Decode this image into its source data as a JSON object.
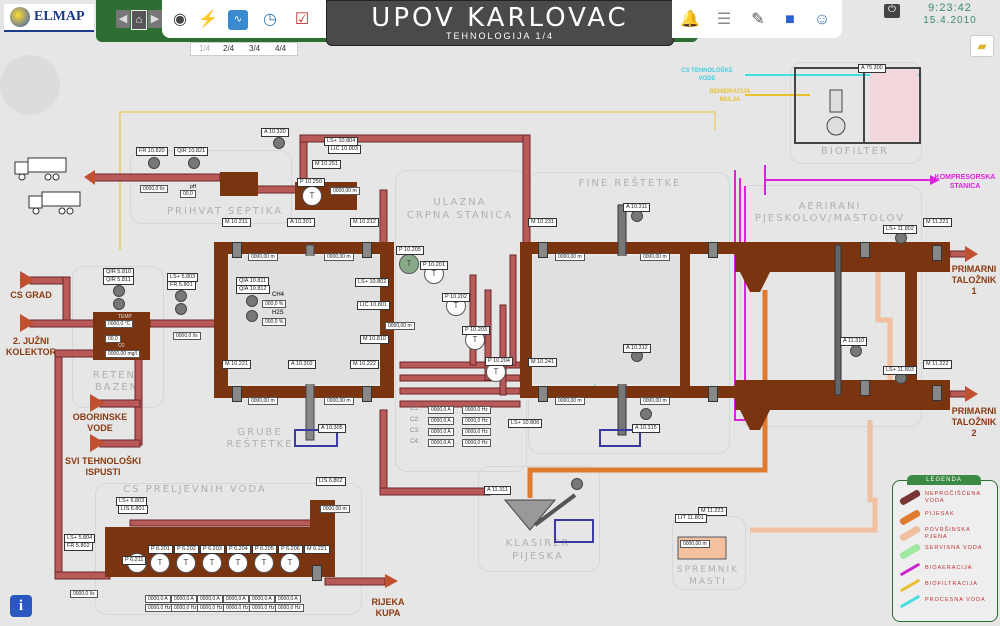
{
  "header": {
    "logo_text": "ELMAP",
    "title": "UPOV KARLOVAC",
    "subtitle": "TEHNOLOGIJA 1/4",
    "time": "9:23:42",
    "date": "15.4.2010",
    "nav": {
      "back": "◀",
      "home": "⌂",
      "forward": "▶"
    },
    "toolbar_icons_left": [
      "trends-icon",
      "power-energy-icon",
      "chart-icon",
      "clock-icon",
      "checklist-icon"
    ],
    "toolbar_icons_right": [
      "alarm-bell-icon",
      "table-icon",
      "tools-icon",
      "network-icon",
      "user-icon"
    ],
    "power_glyph": "⏻"
  },
  "pages": [
    {
      "label": "1/4",
      "active": true
    },
    {
      "label": "2/4",
      "active": false
    },
    {
      "label": "3/4",
      "active": false
    },
    {
      "label": "4/4",
      "active": false
    }
  ],
  "sections": {
    "prihvat_septika": "PRIHVAT SEPTIKA",
    "ulazna": "ULAZNA",
    "crpna_stanica": "CRPNA STANICA",
    "fine_restetke": "FINE REŠTETKE",
    "aerirani": "AERIRANI",
    "pjeskolov": "PJESKOLOV/MASTOLOV",
    "biofilter": "BIOFILTER",
    "reten": "RETEN.",
    "bazen": "BAZEN",
    "grube": "GRUBE",
    "restetke": "REŠTETKE",
    "cs_preljevnih": "CS PRELJEVNIH VODA",
    "klasirer": "KLASIRER",
    "pijeska": "PIJESKA",
    "spremnik": "SPREMNIK",
    "masti": "MASTI"
  },
  "external": {
    "cs_grad": "CS GRAD",
    "juzni_kolektor": "2. JUŽNI KOLEKTOR",
    "oborinske": "OBORINSKE VODE",
    "tehnoloski": "SVI TEHNOLOŠKI ISPUSTI",
    "rijeka": "RIJEKA KUPA",
    "primarni1": "PRIMARNI TALOŽNIK 1",
    "primarni2": "PRIMARNI TALOŽNIK 2",
    "kompresorska": "KOMPRESORSKA STANICA",
    "cs_tehnoloske": "CS TEHNOLOŠKE VODE",
    "dehidracija": "DEHIDRACIJA MULJA"
  },
  "tags": {
    "fr10820": "FR 10.820",
    "qir10821": "QIR 10.821",
    "a10320": "A 10.320",
    "ls10804": "LS+ 10.804",
    "lic10803": "LIC 10.803",
    "m10251": "M 10.251",
    "p10250": "P 10.250",
    "m10211": "M 10.211",
    "a10301": "A 10.301",
    "m10212": "M 10.212",
    "qir5810": "QIR 5.810",
    "qir5811": "QIR 5.811",
    "ls5803": "LS+ 5.803",
    "fr5801": "FR 5.801",
    "qia10811": "QIA 10.811",
    "qia10812": "QIA 10.812",
    "m10221": "M 10.221",
    "a10302": "A 10.302",
    "m10222": "M 10.222",
    "a10305": "A 10.305",
    "p10205": "P 10.205",
    "p10201": "P 10.201",
    "p10202": "P 10.202",
    "p10203": "P 10.203",
    "p10204": "P 10.204",
    "lsa10802": "LS+ 10.802",
    "lic10801": "LIC 10.801",
    "m10810": "M 10.810",
    "m10231": "M 10.231",
    "a10311": "A 10.311",
    "a10312": "A 10.312",
    "m10241": "M 10.241",
    "ls10806": "LS+ 10.806",
    "a10315": "A 10.315",
    "a75300": "A 75.300",
    "ls11802": "LS+ 11.802",
    "m11221": "M 11.221",
    "a11310": "A 11.310",
    "ls11803": "LS+ 11.803",
    "m11222": "M 11.222",
    "a11311": "A 11.311",
    "m11223": "M 11.223",
    "lit11801": "LIT 11.801",
    "ls6803": "LS+ 6.803",
    "lis6801": "LIS 6.801",
    "lis6802": "LIS 6.802",
    "ls5804": "LS+ 5.804",
    "fr5802": "FR 5.802",
    "p6211": "P 6.211",
    "p6201": "P 6.201",
    "p6202": "P 6.202",
    "p6203": "P 6.203",
    "p6204": "P 6.204",
    "p6205": "P 6.205",
    "p6206": "P 6.206",
    "m6221": "M 6.221"
  },
  "readouts": {
    "flow_ls": "0000,0 l/s",
    "ph": "00,0",
    "ph_label": "pH",
    "level_m": "0000,00 m",
    "temp": "0000,0 °C",
    "temp_label": "TEMP",
    "ph_bazen": "00,0",
    "o2": "0000,00 mg/l",
    "o2_label": "O2",
    "ch4_label": "CH4",
    "ch4": "000,0 %",
    "h2s_label": "H2S",
    "h2s": "000,0 %",
    "current": "0000,0 A",
    "freq": "0000,0 Hz",
    "pump_rows": [
      "C1:",
      "C2:",
      "C3:",
      "C4:"
    ],
    "preljev_units": [
      "A",
      "Hz"
    ]
  },
  "legend": {
    "title": "LEGENDA",
    "items": [
      {
        "label": "NEPROČIŠĆENA VODA",
        "color": "#7a3535"
      },
      {
        "label": "PIJESAK",
        "color": "#e07a30"
      },
      {
        "label": "POVRŠINSKA PJENA",
        "color": "#f0c0a0"
      },
      {
        "label": "SERVISNA VODA",
        "color": "#a0e8a0"
      },
      {
        "label": "BIOAERACIJA",
        "color": "#cc22cc"
      },
      {
        "label": "BIOFILTRACIJA",
        "color": "#e8c030"
      },
      {
        "label": "PROCESNA VODA",
        "color": "#44e0e0"
      }
    ]
  },
  "colors": {
    "header_green": "#2f6e33",
    "raw_water": "#b85a5a",
    "tank_brown": "#7a3510",
    "sand": "#e07a30",
    "bioaeration": "#dd22dd",
    "biofiltration": "#e8c030",
    "process_water": "#44e0e0"
  }
}
